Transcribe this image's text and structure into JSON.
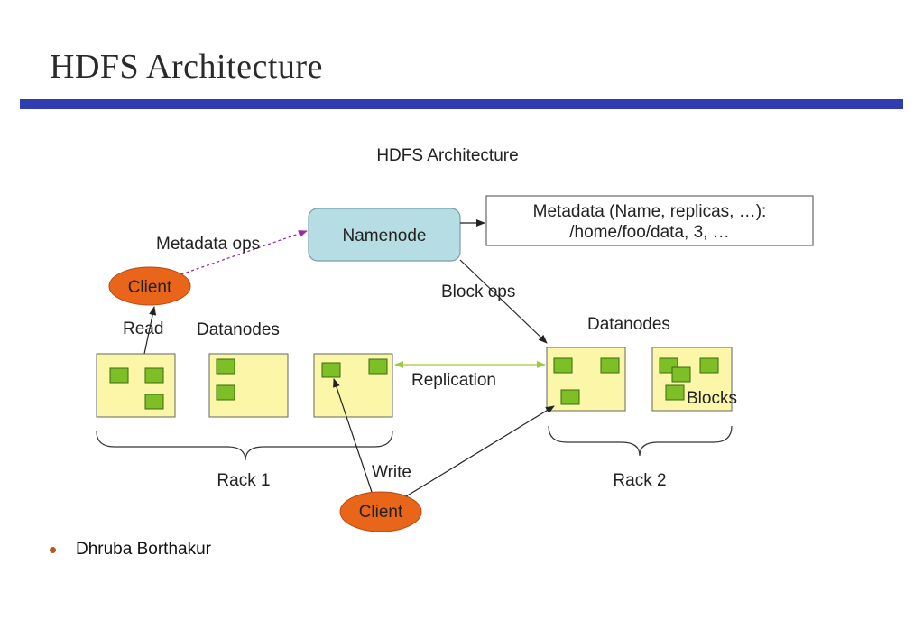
{
  "slide": {
    "title": "HDFS Architecture"
  },
  "diagram": {
    "title": "HDFS Architecture",
    "namenode": "Namenode",
    "metadata_line1": "Metadata (Name, replicas, …):",
    "metadata_line2": "/home/foo/data, 3, …",
    "metadata_ops": "Metadata ops",
    "block_ops": "Block ops",
    "client_top": "Client",
    "client_bottom": "Client",
    "read": "Read",
    "write": "Write",
    "datanodes_left": "Datanodes",
    "datanodes_right": "Datanodes",
    "replication": "Replication",
    "blocks": "Blocks",
    "rack1": "Rack 1",
    "rack2": "Rack 2",
    "colors": {
      "namenode_fill": "#b7dde4",
      "client_fill": "#e8651a",
      "datanode_fill": "#fbf6a8",
      "block_fill": "#7dbf27",
      "accent_purple": "#9b2c9b",
      "accent_green": "#9ccc3c"
    }
  },
  "bullets": [
    {
      "text": "Dhruba Borthakur"
    }
  ]
}
